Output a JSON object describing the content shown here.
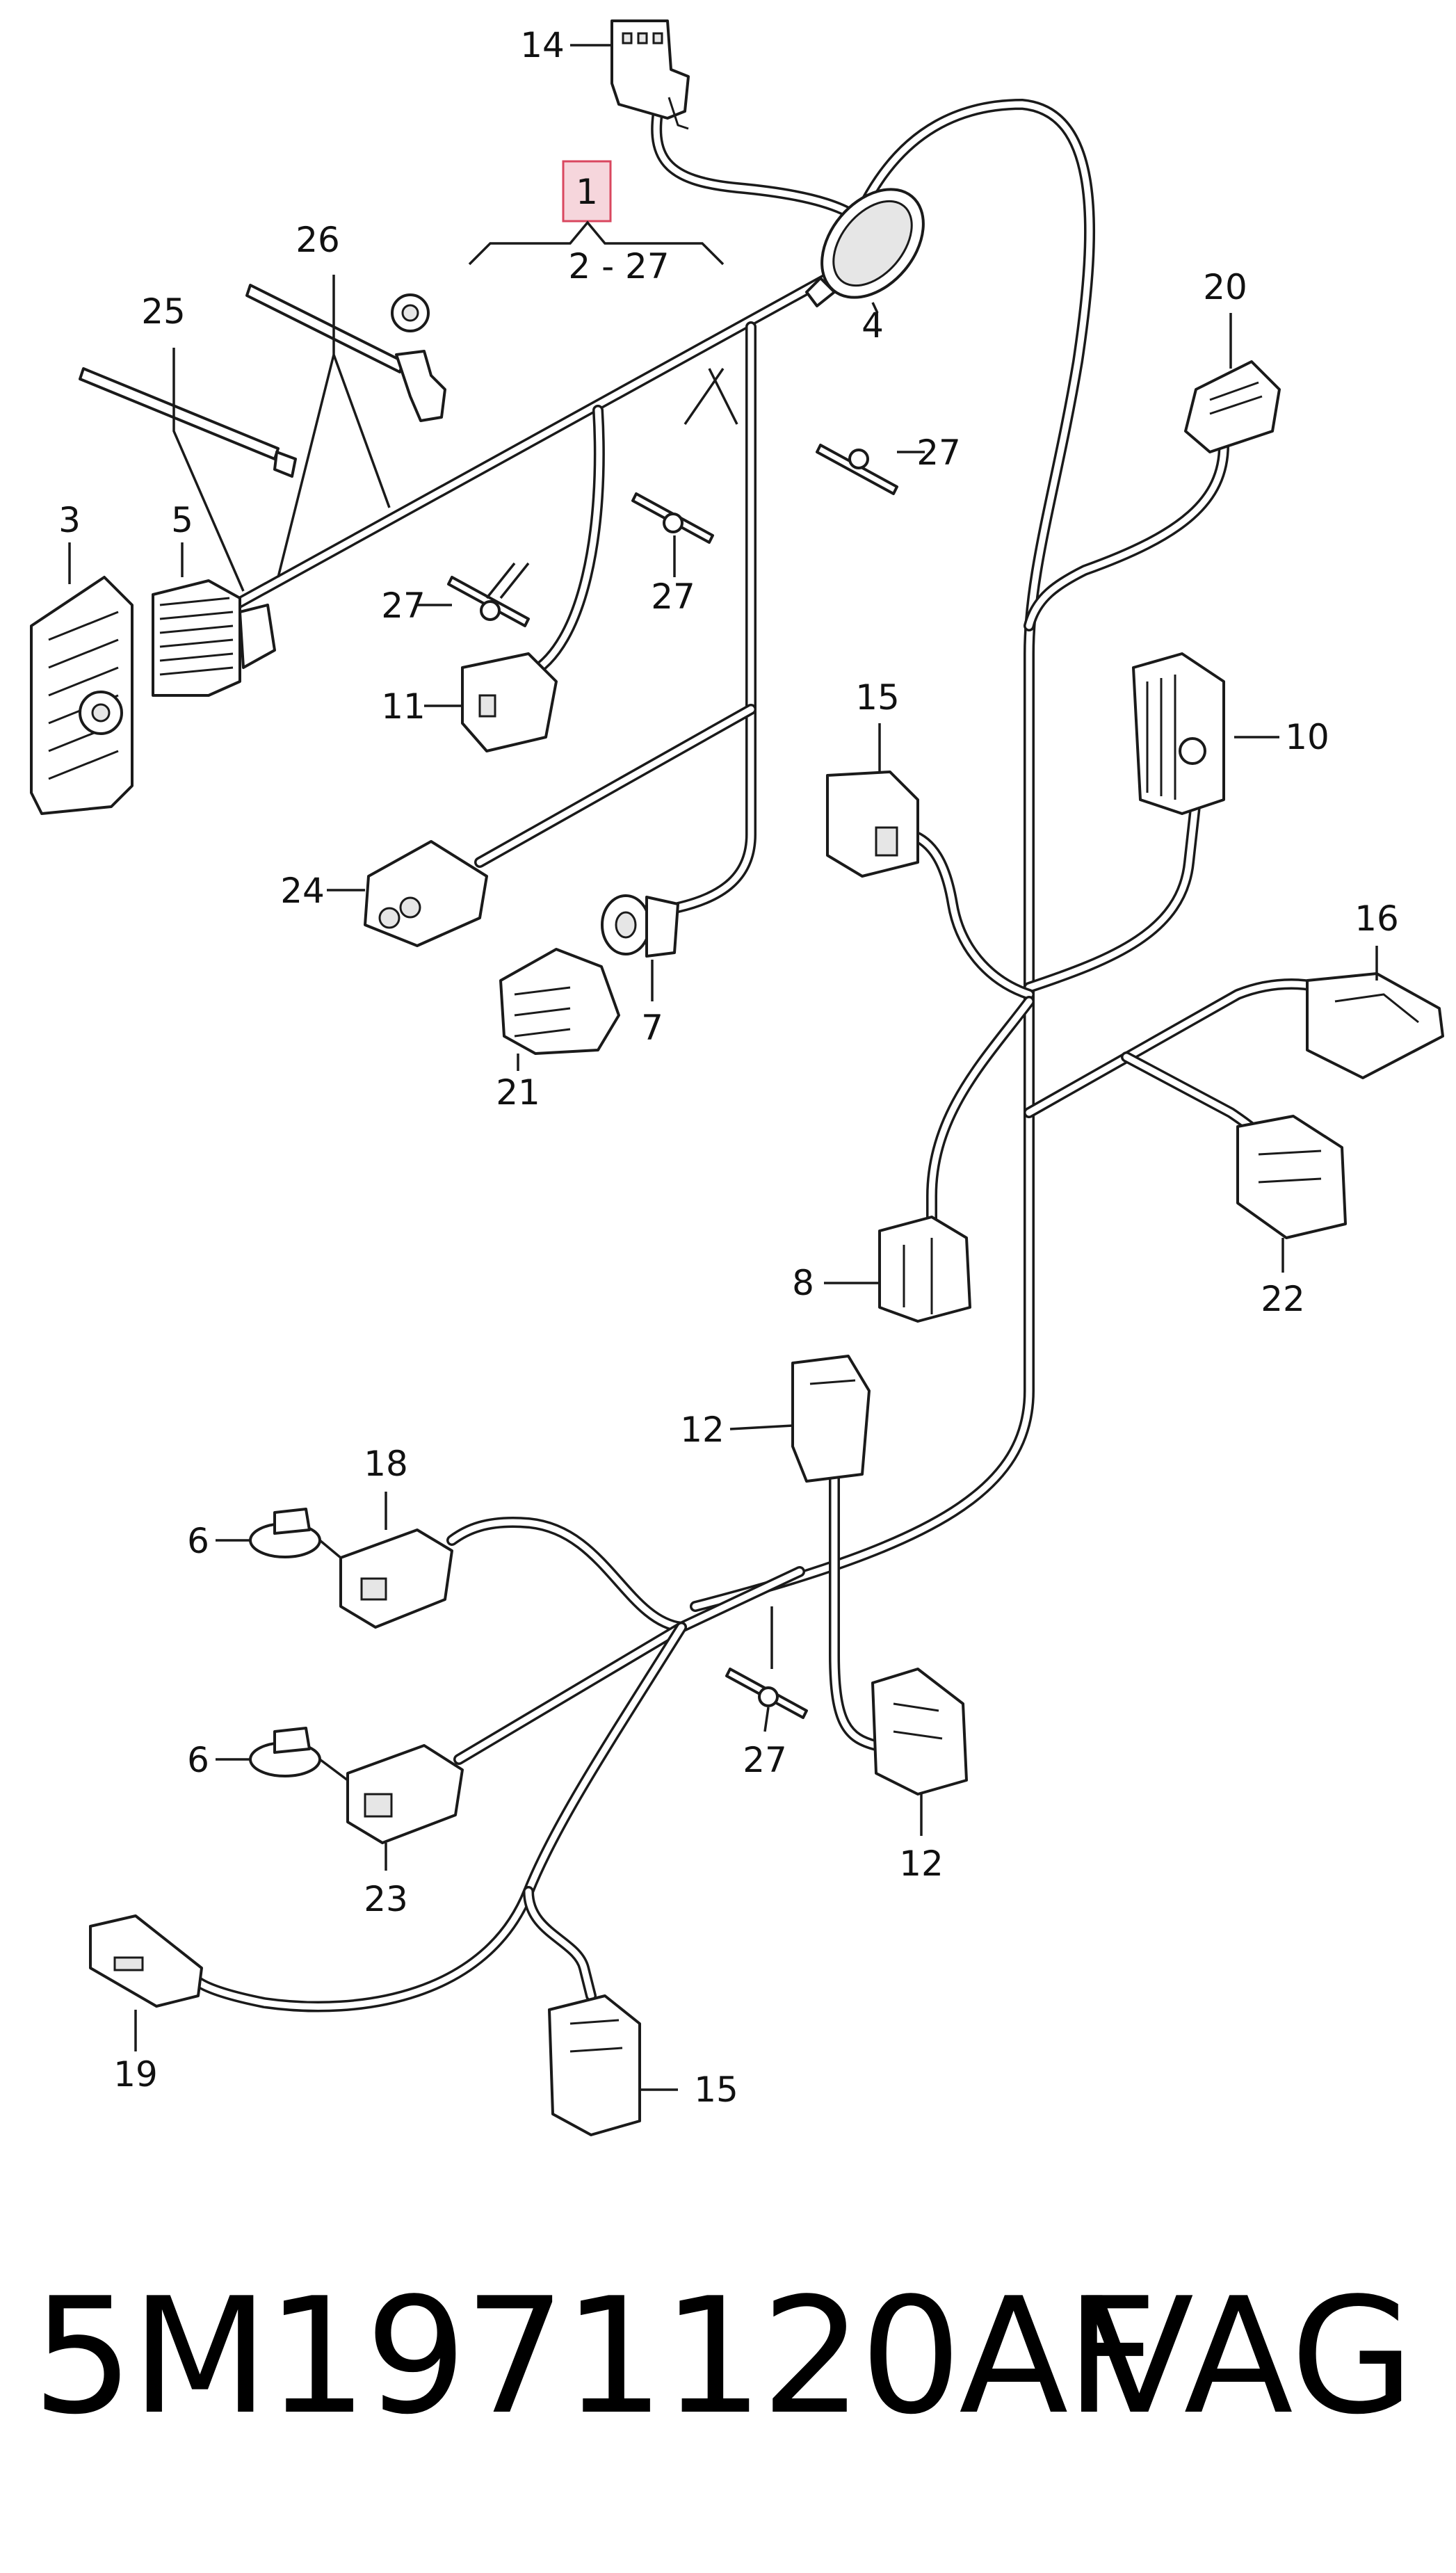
{
  "diagram": {
    "main_part_label": "1",
    "range_label": "2 - 27",
    "colors": {
      "line": "#1a1a1a",
      "highlight_fill": "#f6d6dc",
      "highlight_stroke": "#d9475f"
    },
    "callouts": [
      {
        "key": "c14",
        "text": "14",
        "icon": "connector"
      },
      {
        "key": "c26",
        "text": "26",
        "icon": "cable-tie-clip"
      },
      {
        "key": "c25",
        "text": "25",
        "icon": "cable-tie"
      },
      {
        "key": "c4",
        "text": "4",
        "icon": "grommet"
      },
      {
        "key": "c20",
        "text": "20",
        "icon": "connector"
      },
      {
        "key": "c27a",
        "text": "27",
        "icon": "wire-clip"
      },
      {
        "key": "c3",
        "text": "3",
        "icon": "control-unit-connector"
      },
      {
        "key": "c5",
        "text": "5",
        "icon": "bellows-grommet"
      },
      {
        "key": "c27b",
        "text": "27",
        "icon": "wire-clip"
      },
      {
        "key": "c27c",
        "text": "27",
        "icon": "wire-clip"
      },
      {
        "key": "c15a",
        "text": "15",
        "icon": "connector"
      },
      {
        "key": "c10",
        "text": "10",
        "icon": "multi-pin-connector"
      },
      {
        "key": "c11",
        "text": "11",
        "icon": "connector"
      },
      {
        "key": "c24",
        "text": "24",
        "icon": "connector"
      },
      {
        "key": "c16",
        "text": "16",
        "icon": "connector"
      },
      {
        "key": "c7",
        "text": "7",
        "icon": "grommet"
      },
      {
        "key": "c21",
        "text": "21",
        "icon": "connector"
      },
      {
        "key": "c8",
        "text": "8",
        "icon": "connector"
      },
      {
        "key": "c22",
        "text": "22",
        "icon": "connector"
      },
      {
        "key": "c12a",
        "text": "12",
        "icon": "connector"
      },
      {
        "key": "c18",
        "text": "18",
        "icon": "connector"
      },
      {
        "key": "c6a",
        "text": "6",
        "icon": "clip"
      },
      {
        "key": "c6b",
        "text": "6",
        "icon": "clip"
      },
      {
        "key": "c27d",
        "text": "27",
        "icon": "wire-clip"
      },
      {
        "key": "c12b",
        "text": "12",
        "icon": "connector"
      },
      {
        "key": "c23",
        "text": "23",
        "icon": "connector"
      },
      {
        "key": "c19",
        "text": "19",
        "icon": "resistor-module"
      },
      {
        "key": "c15b",
        "text": "15",
        "icon": "connector"
      }
    ]
  },
  "footer": {
    "part_number": "5M1971120AF",
    "brand": "VAG"
  }
}
